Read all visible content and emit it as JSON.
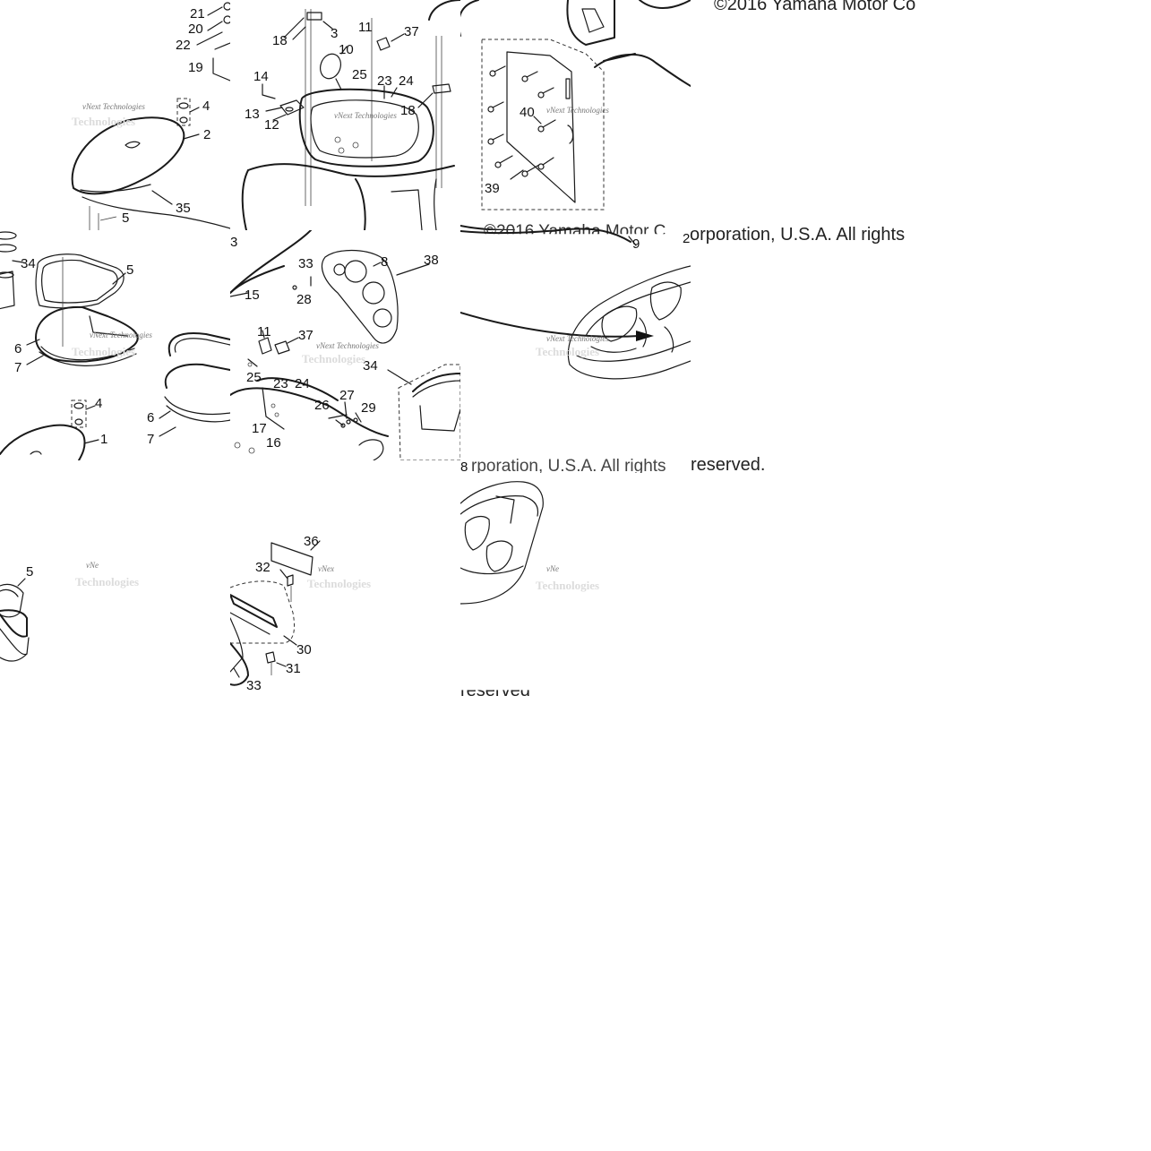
{
  "copyright": {
    "line1": "©2016 Yamaha Motor Co",
    "line2": "orporation, U.S.A. All rights",
    "line3": "reserved.",
    "line4": "reserved",
    "overlap_fragment": "©2016 Yamaha Motor C",
    "overlap_fragment_2": "rporation, U.S.A. All rights"
  },
  "watermark": {
    "brand": "vNext Technologies",
    "short": "vNex",
    "short_2": "vNe",
    "faint": "Technologies"
  },
  "callouts": {
    "tile_0_0": [
      "21",
      "20",
      "22",
      "19",
      "4",
      "2",
      "35",
      "5"
    ],
    "tile_1_0": [
      "18",
      "3",
      "11",
      "37",
      "10",
      "25",
      "14",
      "13",
      "12",
      "23",
      "24",
      "18"
    ],
    "tile_2_0": [
      "40",
      "39",
      "9"
    ],
    "tile_0_1": [
      "34",
      "5",
      "6",
      "7",
      "4",
      "1"
    ],
    "tile_0_1b": [
      "3",
      "6",
      "7"
    ],
    "tile_1_1": [
      "33",
      "8",
      "38",
      "15",
      "28",
      "11",
      "37",
      "25",
      "23",
      "24",
      "34",
      "26",
      "27",
      "29",
      "17",
      "16",
      "8"
    ],
    "tile_0_2": [
      "5"
    ],
    "tile_1_2": [
      "36",
      "32",
      "30",
      "31",
      "33"
    ],
    "tile_2_1": [
      "2"
    ]
  }
}
